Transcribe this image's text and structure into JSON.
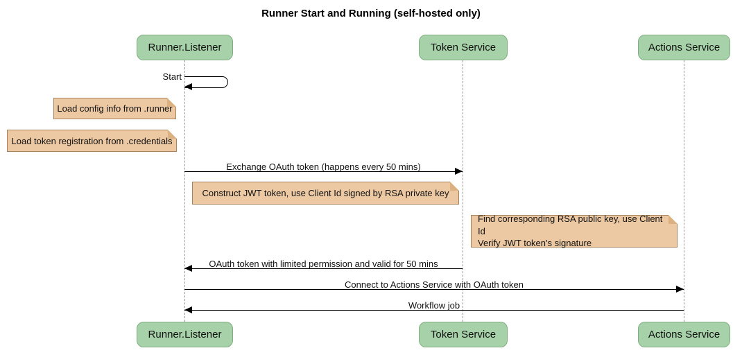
{
  "title": "Runner Start and Running (self-hosted only)",
  "diagram_type": "sequence-diagram",
  "colors": {
    "background": "#ffffff",
    "participant_fill": "#a7d2a9",
    "participant_border": "#7fad81",
    "note_fill": "#ecc9a3",
    "note_border": "#a5825c",
    "lifeline": "#999999",
    "arrow": "#000000",
    "text": "#111111"
  },
  "participants": [
    {
      "label": "Runner.Listener"
    },
    {
      "label": "Token Service"
    },
    {
      "label": "Actions Service"
    }
  ],
  "messages": {
    "start_self": {
      "label": "Start",
      "from": "Runner.Listener",
      "to": "Runner.Listener"
    },
    "exchange_oauth": {
      "label": "Exchange OAuth token (happens every 50 mins)",
      "from": "Runner.Listener",
      "to": "Token Service"
    },
    "oauth_token_back": {
      "label": "OAuth token with limited permission and valid for 50 mins",
      "from": "Token Service",
      "to": "Runner.Listener"
    },
    "connect_actions": {
      "label": "Connect to Actions Service with OAuth token",
      "from": "Runner.Listener",
      "to": "Actions Service"
    },
    "workflow_job": {
      "label": "Workflow job",
      "from": "Actions Service",
      "to": "Runner.Listener"
    }
  },
  "notes": {
    "load_config": {
      "label": "Load config info from .runner",
      "position": "left of Runner.Listener"
    },
    "load_token_registration": {
      "label": "Load token registration from .credentials",
      "position": "left of Runner.Listener"
    },
    "construct_jwt": {
      "label": "Construct JWT token, use Client Id signed by RSA private key",
      "position": "over Runner.Listener, Token Service"
    },
    "verify_jwt": {
      "label": "Find corresponding RSA public key, use Client Id\nVerify JWT token's signature",
      "position": "over Token Service, Actions Service"
    }
  }
}
